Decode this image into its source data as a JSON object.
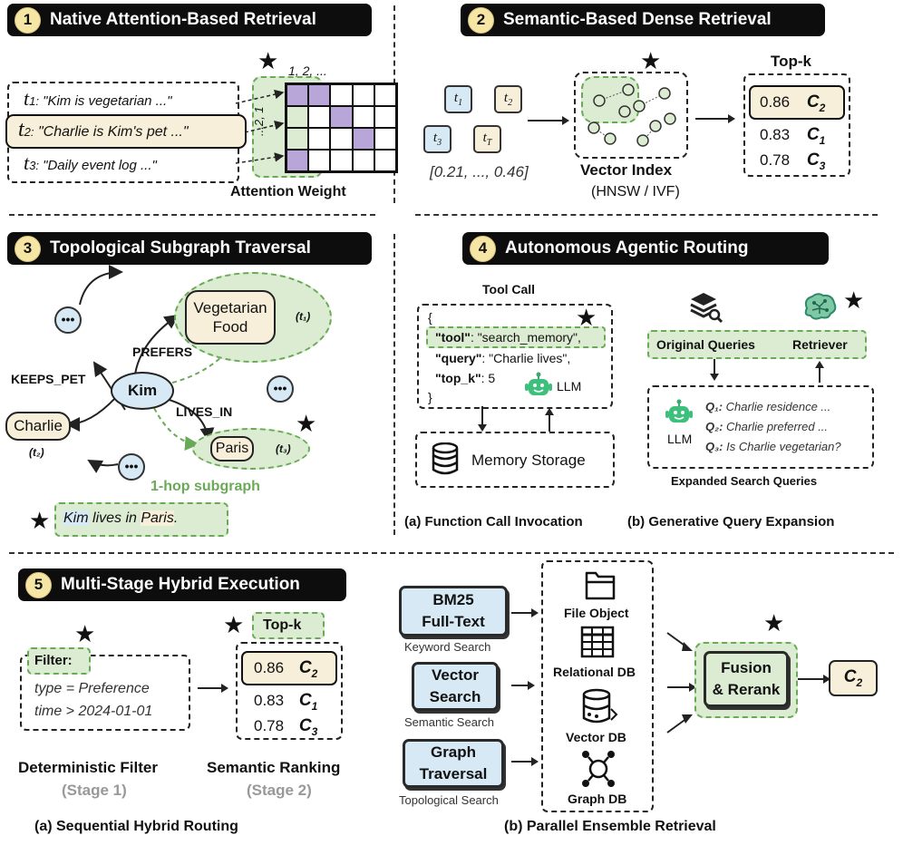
{
  "panel1": {
    "number": "1",
    "title": "Native Attention-Based Retrieval",
    "tokens": [
      {
        "id": "t",
        "sub": "1:",
        "text": "\"Kim is vegetarian ...\""
      },
      {
        "id": "t",
        "sub": "2:",
        "text": "\"Charlie is Kim's pet ...\""
      },
      {
        "id": "t",
        "sub": "3:",
        "text": "\"Daily event log ...\""
      }
    ],
    "col_labels": "1, 2, ...",
    "row_labels": "...2, 1",
    "matrix_caption": "Attention Weight",
    "matrix": [
      [
        1,
        1,
        0,
        0,
        0
      ],
      [
        0,
        0,
        1,
        0,
        0
      ],
      [
        0,
        0,
        0,
        1,
        0
      ],
      [
        1,
        0,
        0,
        0,
        0
      ]
    ]
  },
  "panel2": {
    "number": "2",
    "title": "Semantic-Based Dense Retrieval",
    "chips": [
      "t1",
      "t2",
      "t3",
      "tT"
    ],
    "vector": "[0.21, ..., 0.46]",
    "index_label": "Vector Index",
    "index_sub": "(HNSW / IVF)",
    "topk_label": "Top-k",
    "results": [
      {
        "score": "0.86",
        "doc": "C2"
      },
      {
        "score": "0.83",
        "doc": "C1"
      },
      {
        "score": "0.78",
        "doc": "C3"
      }
    ]
  },
  "panel3": {
    "number": "3",
    "title": "Topological Subgraph Traversal",
    "nodes": {
      "food": "Vegetarian Food",
      "food_tag": "(t₁)",
      "kim": "Kim",
      "charlie": "Charlie",
      "charlie_tag": "(t₂)",
      "paris": "Paris",
      "paris_tag": "(t₃)",
      "ellipsis": "•••"
    },
    "edges": {
      "prefers": "PREFERS",
      "keeps_pet": "KEEPS_PET",
      "lives_in": "LIVES_IN"
    },
    "subgraph_label": "1-hop subgraph",
    "sentence_a": "Kim",
    "sentence_b": " lives in ",
    "sentence_c": "Paris",
    "sentence_d": "."
  },
  "panel4": {
    "number": "4",
    "title": "Autonomous Agentic Routing",
    "tool_call_label": "Tool Call",
    "json_open": "{",
    "json_tool_key": "\"tool\"",
    "json_tool_val": ": \"search_memory\",",
    "json_query_key": "\"query\"",
    "json_query_val": ": \"Charlie lives\",",
    "json_topk_key": "\"top_k\"",
    "json_topk_val": ": 5",
    "json_close": "}",
    "llm": "LLM",
    "memory": "Memory Storage",
    "original_queries": "Original Queries",
    "retriever": "Retriever",
    "queries": [
      {
        "q": "Q₁:",
        "text": "Charlie residence ..."
      },
      {
        "q": "Q₂:",
        "text": "Charlie preferred ..."
      },
      {
        "q": "Q₃:",
        "text": "Is Charlie vegetarian?"
      }
    ],
    "expanded_label": "Expanded Search Queries",
    "caption_a": "(a) Function Call Invocation",
    "caption_b": "(b) Generative Query Expansion"
  },
  "panel5": {
    "number": "5",
    "title": "Multi-Stage Hybrid Execution",
    "filter_label": "Filter:",
    "filter_line1": "type = Preference",
    "filter_line2": "time > 2024-01-01",
    "topk_label": "Top-k",
    "results": [
      {
        "score": "0.86",
        "doc": "C2"
      },
      {
        "score": "0.83",
        "doc": "C1"
      },
      {
        "score": "0.78",
        "doc": "C3"
      }
    ],
    "stage1_title": "Deterministic Filter",
    "stage1_sub": "(Stage 1)",
    "stage2_title": "Semantic Ranking",
    "stage2_sub": "(Stage 2)",
    "caption_a": "(a) Sequential Hybrid Routing",
    "bm25": "BM25 Full-Text",
    "bm25_line1": "BM25",
    "bm25_line2": "Full-Text",
    "bm25_sub": "Keyword Search",
    "vector_line1": "Vector",
    "vector_line2": "Search",
    "vector_sub": "Semantic Search",
    "graph_line1": "Graph",
    "graph_line2": "Traversal",
    "graph_sub": "Topological Search",
    "stores": [
      "File Object",
      "Relational DB",
      "Vector DB",
      "Graph DB"
    ],
    "fusion_line1": "Fusion",
    "fusion_line2": "& Rerank",
    "output": "C2",
    "caption_b": "(b) Parallel Ensemble Retrieval"
  }
}
